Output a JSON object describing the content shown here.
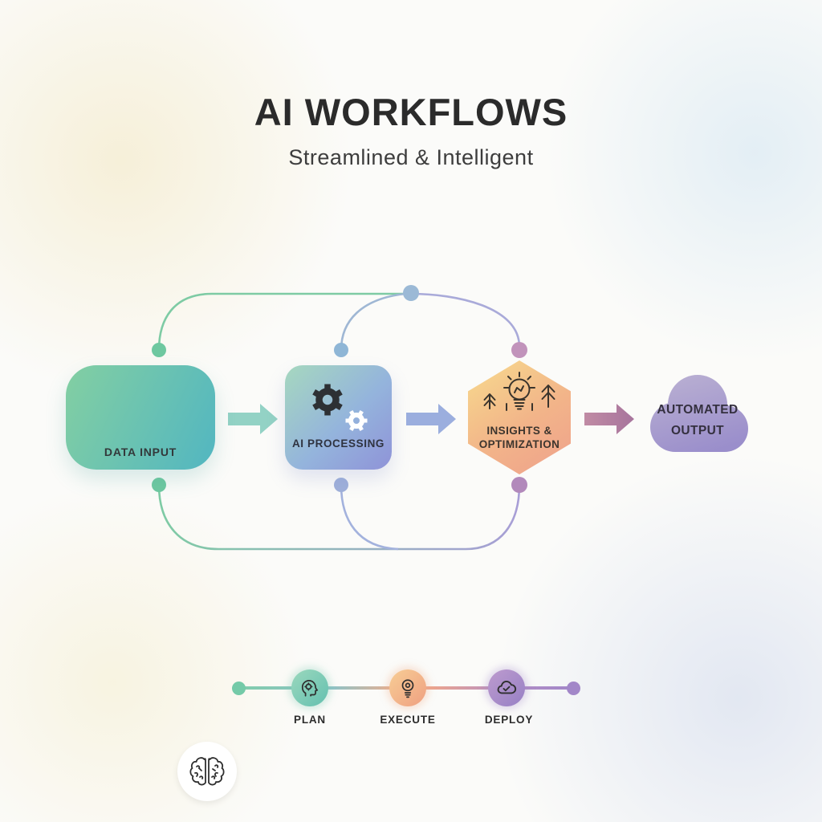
{
  "header": {
    "title": "AI WORKFLOWS",
    "subtitle": "Streamlined & Intelligent"
  },
  "flow": {
    "nodes": [
      {
        "id": "data-input",
        "label": "DATA INPUT",
        "shape": "rounded-rectangle",
        "icon": "brain-icon",
        "gradient": [
          "#83CFA2",
          "#52B6C1"
        ]
      },
      {
        "id": "ai-processing",
        "label": "AI PROCESSING",
        "shape": "rounded-square",
        "icon": "gears-icon",
        "gradient": [
          "#A6D8BF",
          "#8F93D8"
        ]
      },
      {
        "id": "insights-optimization",
        "label_line1": "INSIGHTS &",
        "label_line2": "OPTIMIZATION",
        "shape": "hexagon",
        "icon": "lightbulb-arrows-icon",
        "gradient": [
          "#F7D88D",
          "#EFA18C"
        ]
      },
      {
        "id": "automated-output",
        "label_line1": "AUTOMATED",
        "label_line2": "OUTPUT",
        "shape": "cloud",
        "icon": "cloud-shape",
        "gradient": [
          "#B6ABD2",
          "#9C90CC"
        ]
      }
    ],
    "arrows": [
      {
        "from": "data-input",
        "to": "ai-processing",
        "color": "#93D2C5"
      },
      {
        "from": "ai-processing",
        "to": "insights-optimization",
        "color": "#9BAEDE"
      },
      {
        "from": "insights-optimization",
        "to": "automated-output",
        "color": "#B27E9F"
      }
    ],
    "connectors": {
      "top_left_color": "#7ECBA4",
      "top_middle_color": "#9FB7D4",
      "top_right_color": "#A9AAD9",
      "bottom_left_color": "#7ECBA4",
      "bottom_middle_color": "#A3B2DD",
      "bottom_right_color": "#A89ED6",
      "dot_colors": [
        "#6EC8A0",
        "#8FB6D6",
        "#9BB9D6",
        "#C193BB",
        "#B289BB"
      ]
    }
  },
  "timeline": {
    "steps": [
      {
        "label": "PLAN",
        "icon": "head-gear-icon",
        "color": "#74C8B0"
      },
      {
        "label": "EXECUTE",
        "icon": "lightbulb-icon",
        "color": "#F2AC85"
      },
      {
        "label": "DEPLOY",
        "icon": "cloud-check-icon",
        "color": "#A98BC9"
      }
    ]
  }
}
